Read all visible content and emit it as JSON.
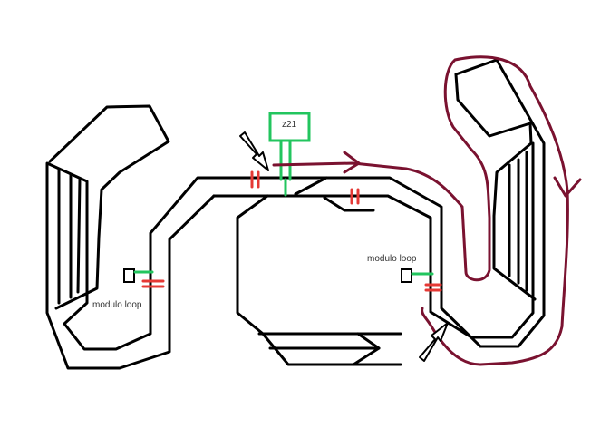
{
  "labels": {
    "z21": "z21",
    "modulo_loop_left": "modulo loop",
    "modulo_loop_right": "modulo loop"
  },
  "colors": {
    "track": "#000000",
    "feeder": "#22c55e",
    "isolator": "#e53935",
    "route": "#7a1230",
    "arrow_fill": "#ffffff",
    "arrow_stroke": "#000000",
    "text": "#333333"
  },
  "icons": {
    "pointer_top": "arrow-icon",
    "pointer_bottom": "arrow-icon",
    "route_arrow_right": "arrowhead-icon",
    "route_arrow_down": "arrowhead-icon"
  }
}
